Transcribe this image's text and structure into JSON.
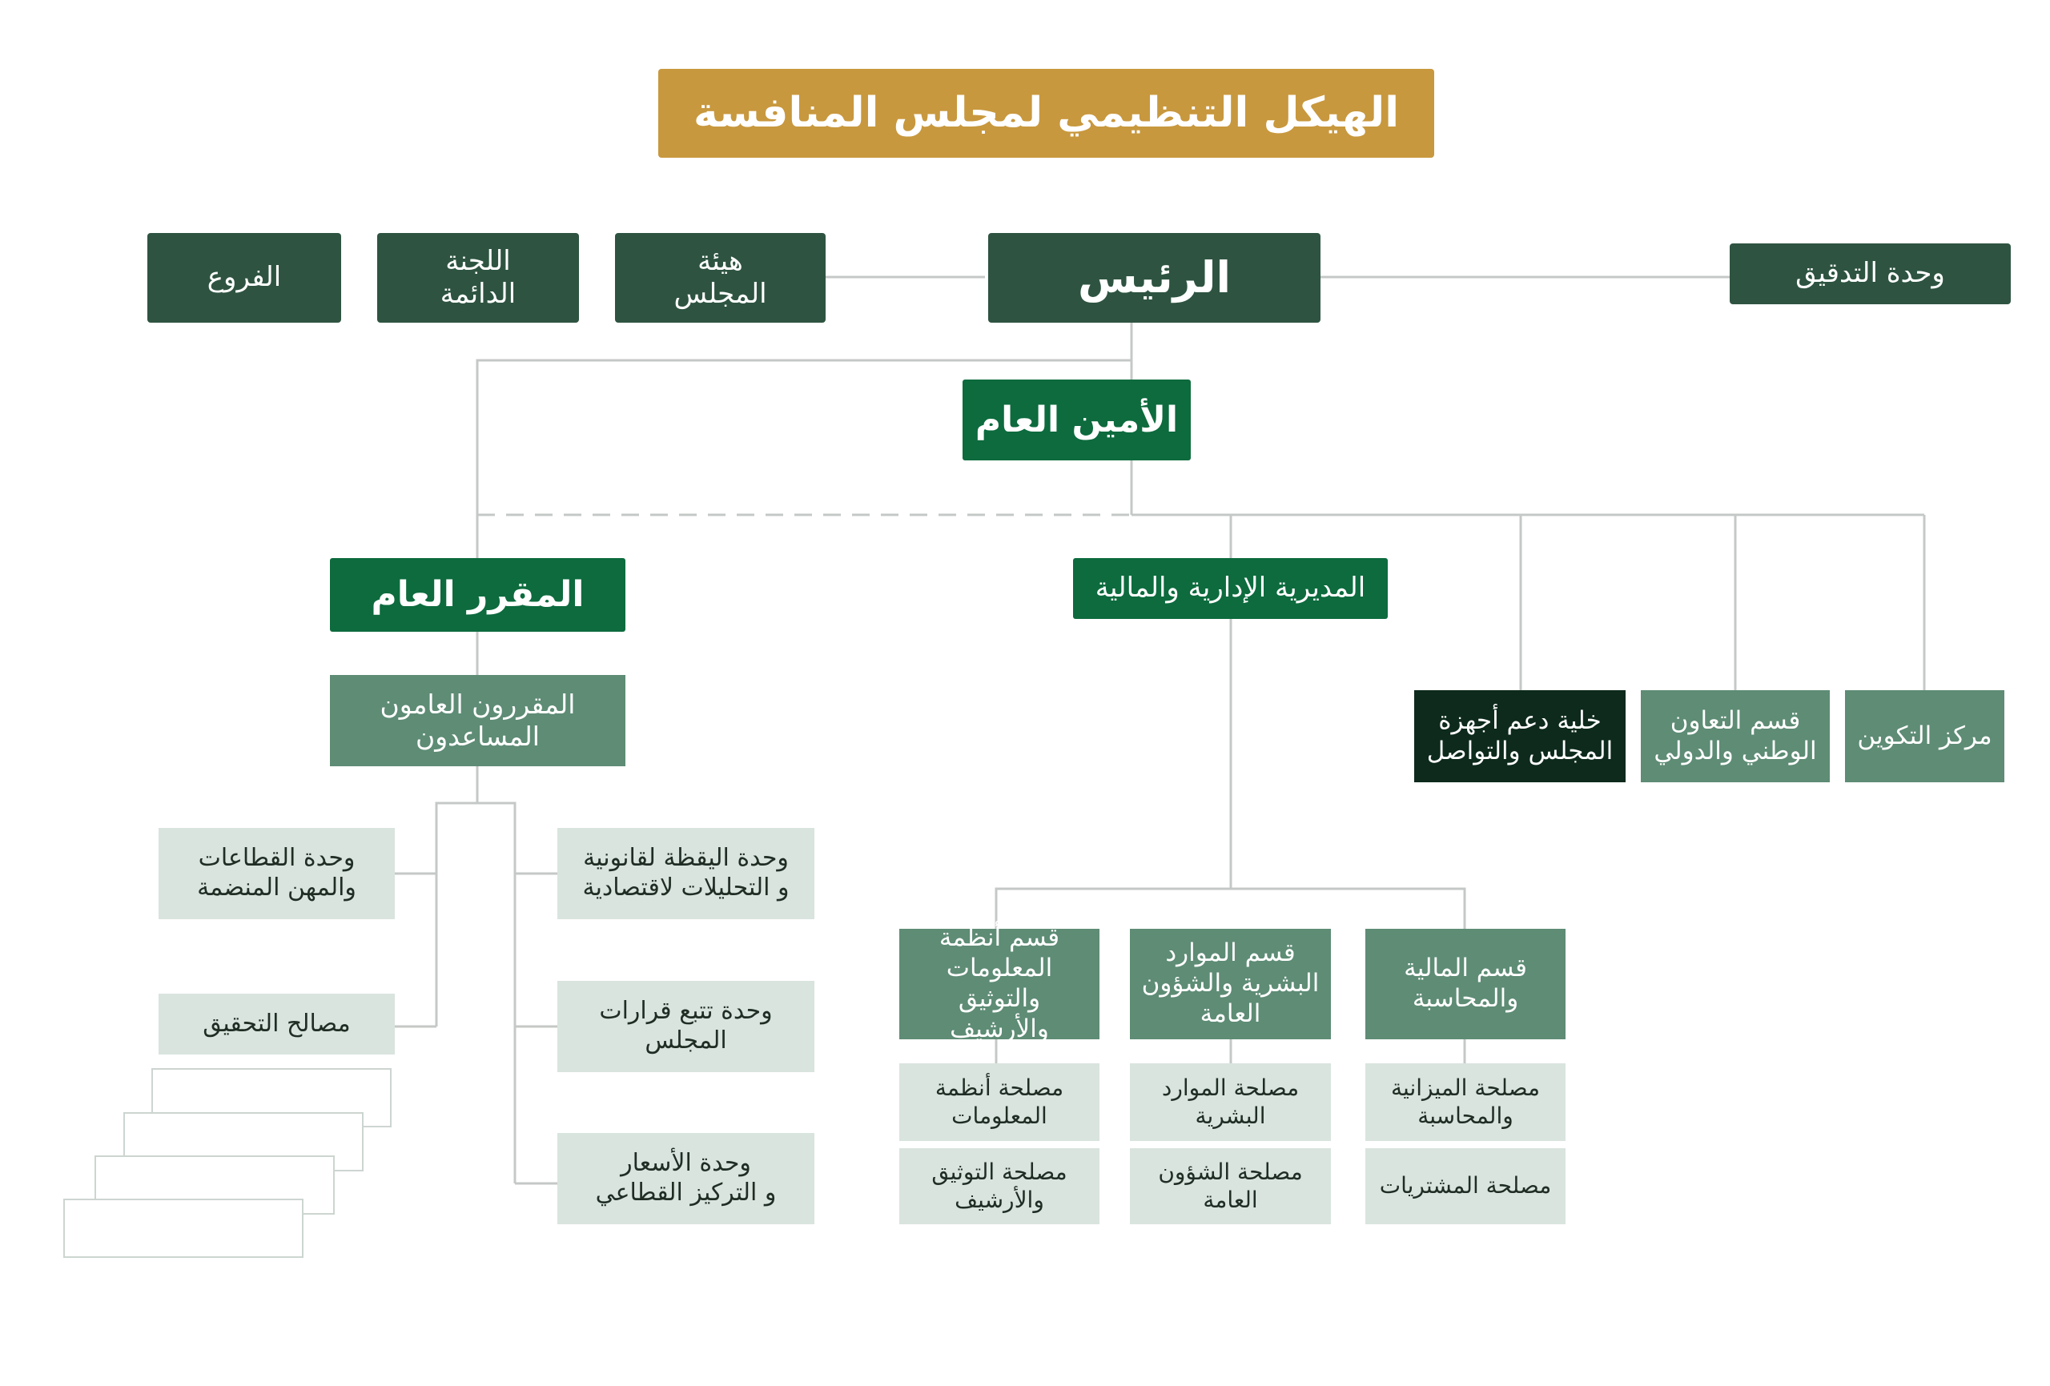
{
  "title": "الهيكل التنظيمي لمجلس المنافسة",
  "top_row": {
    "president": "الرئيس",
    "board": "هيئة\nالمجلس",
    "committee": "اللجنة\nالدائمة",
    "branches": "الفروع",
    "audit": "وحدة التدقيق"
  },
  "secretary_general": "الأمين العام",
  "rapporteur_general": {
    "label": "المقرر العام",
    "assistants": "المقررون العامون\nالمساعدون",
    "units_right": [
      "وحدة اليقظة لقانونية\nو التحليلات لاقتصادية",
      "وحدة تتبع قرارات\nالمجلس",
      "وحدة الأسعار\nو التركيز القطاعي"
    ],
    "units_left": [
      "وحدة القطاعات\nوالمهن المنضمة",
      "مصالح التحقيق"
    ]
  },
  "admin_finance": {
    "label": "المديرية الإدارية والمالية",
    "departments": [
      {
        "label": "قسم المالية\nوالمحاسبة",
        "services": [
          "مصلحة الميزانية\nوالمحاسبة",
          "مصلحة المشتريات"
        ]
      },
      {
        "label": "قسم الموارد\nالبشرية والشؤون\nالعامة",
        "services": [
          "مصلحة الموارد\nالبشرية",
          "مصلحة الشؤون\nالعامة"
        ]
      },
      {
        "label": "قسم أنظمة\nالمعلومات\nوالتوثيق والأرشيف",
        "services": [
          "مصلحة أنظمة\nالمعلومات",
          "مصلحة التوثيق\nوالأرشيف"
        ]
      }
    ]
  },
  "support_units": {
    "council_support": "خلية دعم أجهزة\nالمجلس والتواصل",
    "cooperation": "قسم التعاون\nالوطني والدولي",
    "training": "مركز التكوين"
  },
  "colors": {
    "title_gold": "#c8983e",
    "dark_green": "#2e5441",
    "green": "#0d6b3e",
    "muted_green": "#5e8c75",
    "deep_green": "#0d2a1c",
    "light_gray_green": "#d9e4de",
    "connector": "#c4c8c6"
  }
}
